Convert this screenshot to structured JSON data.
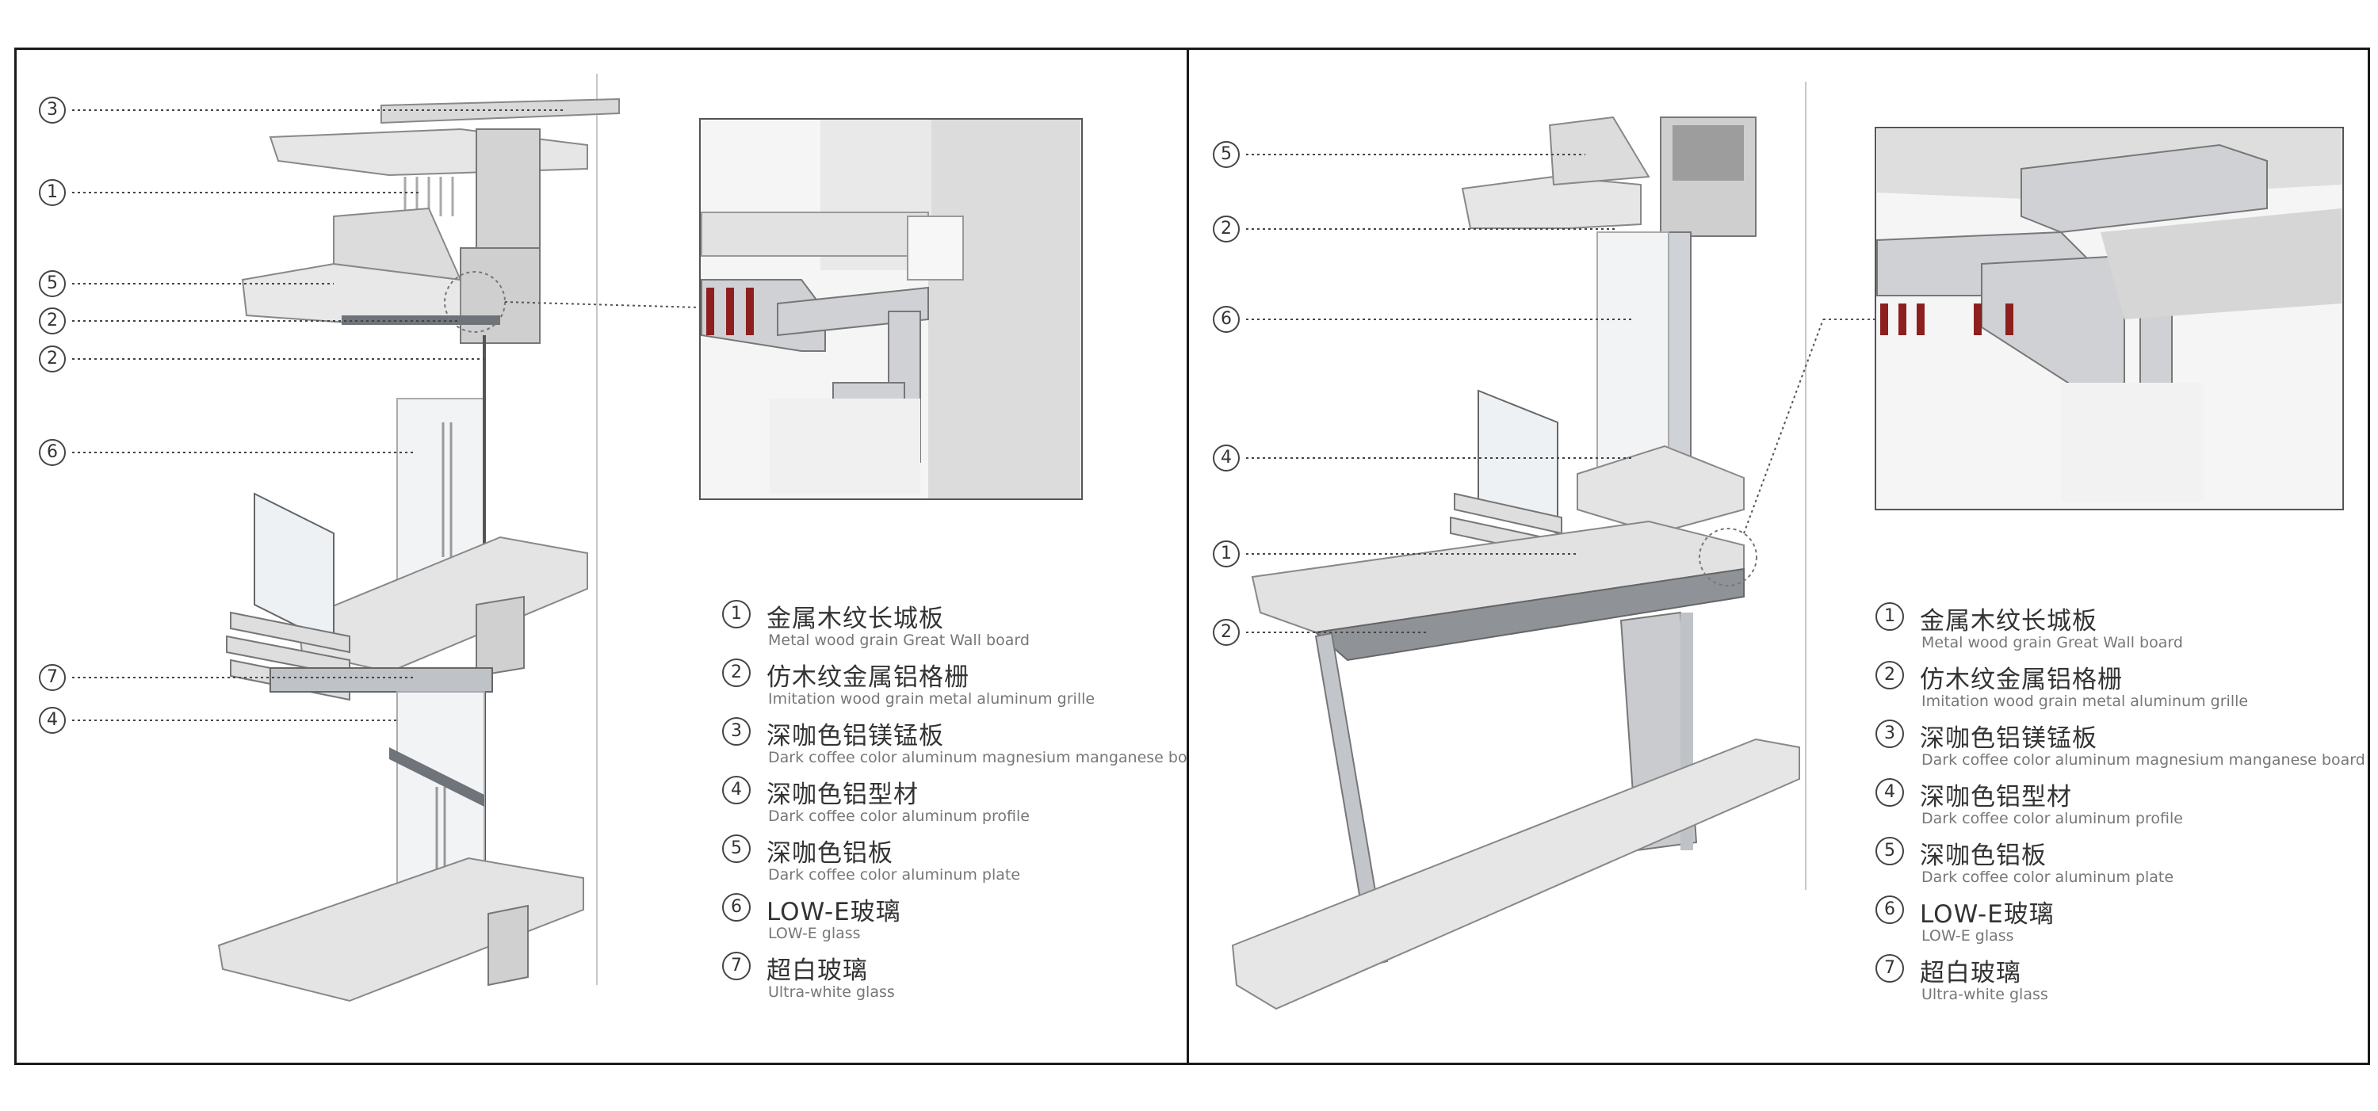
{
  "legend": [
    {
      "num": "1",
      "zh": "金属木纹长城板",
      "en": "Metal wood grain Great Wall board"
    },
    {
      "num": "2",
      "zh": "仿木纹金属铝格栅",
      "en": "Imitation wood grain metal aluminum grille"
    },
    {
      "num": "3",
      "zh": "深咖色铝镁锰板",
      "en": "Dark coffee color aluminum magnesium manganese board"
    },
    {
      "num": "4",
      "zh": "深咖色铝型材",
      "en": "Dark coffee color aluminum profile"
    },
    {
      "num": "5",
      "zh": "深咖色铝板",
      "en": "Dark coffee color aluminum plate"
    },
    {
      "num": "6",
      "zh": "LOW-E玻璃",
      "en": "LOW-E glass"
    },
    {
      "num": "7",
      "zh": "超白玻璃",
      "en": "Ultra-white glass"
    }
  ],
  "left_callouts": [
    "3",
    "1",
    "5",
    "2",
    "2",
    "6",
    "7",
    "4"
  ],
  "right_callouts": [
    "5",
    "2",
    "6",
    "4",
    "1",
    "2"
  ],
  "colors": {
    "frame": "#1a1a1a",
    "steel": "#9a9ea3",
    "slab": "#e4e4e4",
    "glass": "#eef1f3"
  }
}
